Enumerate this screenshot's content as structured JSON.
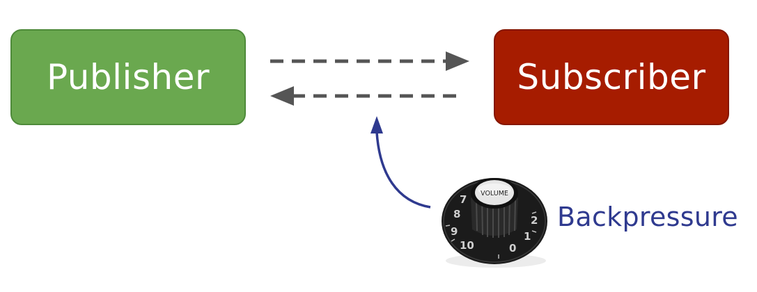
{
  "diagram": {
    "publisher": {
      "label": "Publisher",
      "color": "#6aa84f"
    },
    "subscriber": {
      "label": "Subscriber",
      "color": "#a61c00"
    },
    "arrow_color": "#555555",
    "knob": {
      "label": "VOLUME"
    },
    "backpressure": {
      "label": "Backpressure",
      "color": "#2f3a8f"
    }
  }
}
